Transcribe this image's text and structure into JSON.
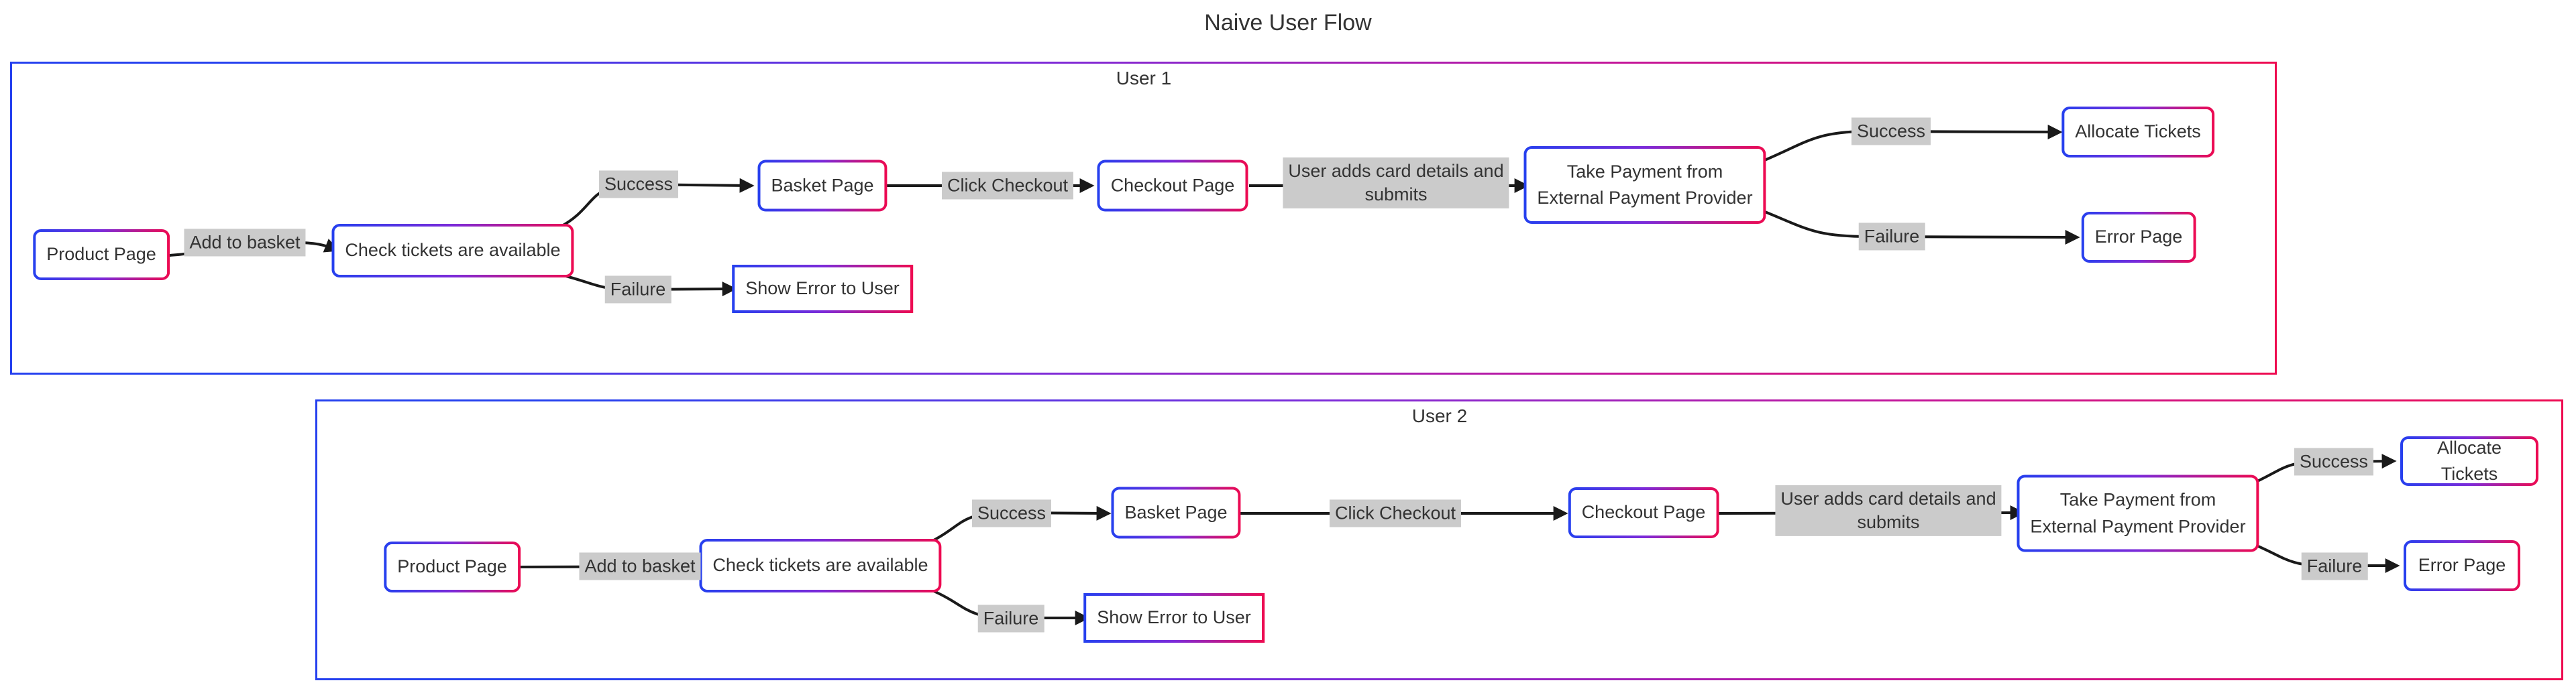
{
  "title": "Naive User Flow",
  "colors": {
    "blue": "#2540ef",
    "purple": "#7c2bd9",
    "magenta": "#c2159b",
    "crimson": "#ee0a50",
    "edge": "#1a1a1a",
    "label_bg": "#cbcbcb",
    "text": "#333333"
  },
  "flows": {
    "user1": {
      "label": "User 1",
      "nodes": {
        "product_page": "Product Page",
        "check_tickets": "Check tickets are available",
        "basket_page": "Basket Page",
        "checkout_page": "Checkout Page",
        "take_payment": "Take Payment from\nExternal Payment Provider",
        "allocate_tickets": "Allocate Tickets",
        "error_page": "Error Page",
        "show_error": "Show Error to User"
      },
      "edges": {
        "add_to_basket": "Add to basket",
        "check_success": "Success",
        "check_failure": "Failure",
        "click_checkout": "Click Checkout",
        "card_details": "User adds card details and\nsubmits",
        "payment_success": "Success",
        "payment_failure": "Failure"
      }
    },
    "user2": {
      "label": "User 2",
      "nodes": {
        "product_page": "Product Page",
        "check_tickets": "Check tickets are available",
        "basket_page": "Basket Page",
        "checkout_page": "Checkout Page",
        "take_payment": "Take Payment from\nExternal Payment Provider",
        "allocate_tickets": "Allocate Tickets",
        "error_page": "Error Page",
        "show_error": "Show Error to User"
      },
      "edges": {
        "add_to_basket": "Add to basket",
        "check_success": "Success",
        "check_failure": "Failure",
        "click_checkout": "Click Checkout",
        "card_details": "User adds card details and\nsubmits",
        "payment_success": "Success",
        "payment_failure": "Failure"
      }
    }
  }
}
